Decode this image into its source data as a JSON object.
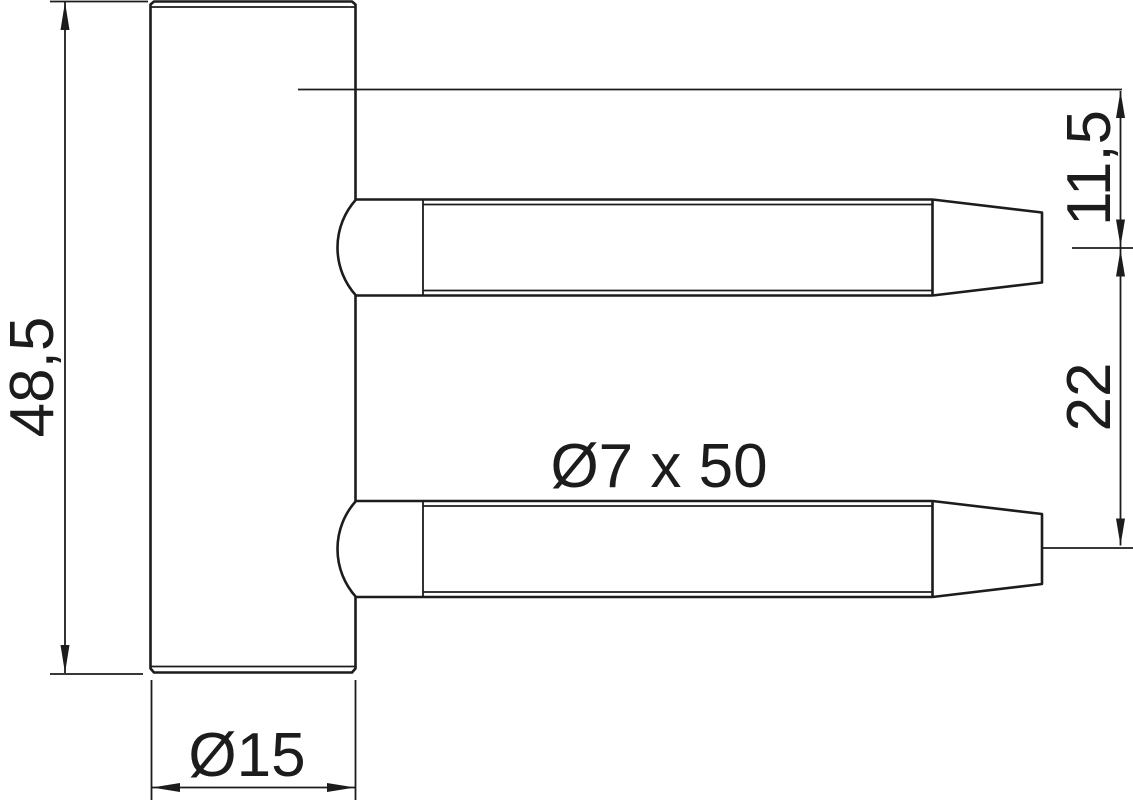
{
  "page": {
    "background": "#ffffff",
    "line_color": "#1c1c1c"
  },
  "drawing": {
    "type": "technical-drawing",
    "dimensions": {
      "height": "48,5",
      "barrel_diameter": "Ø15",
      "pin_spec": "Ø7 x 50",
      "top_pin_offset": "11,5",
      "pin_spacing": "22"
    }
  }
}
